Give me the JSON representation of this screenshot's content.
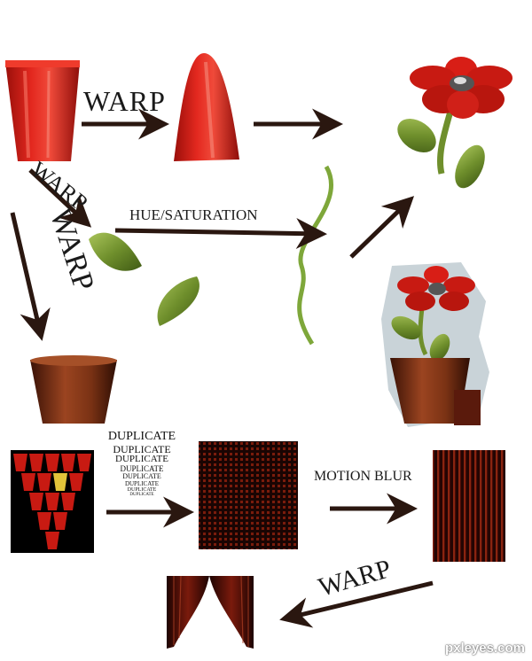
{
  "labels": {
    "warp_top": "WARP",
    "warp_diag": "WARP",
    "warp_big": "WARP",
    "hue_saturation": "HUE/SATURATION",
    "motion_blur": "MOTION BLUR",
    "warp_bottom": "WARP"
  },
  "duplicate_list": [
    "DUPLICATE",
    "DUPLICATE",
    "DUPLICATE",
    "DUPLICATE",
    "DUPLICATE",
    "DUPLICATE",
    "DUPLICATE",
    "DUPLICATE"
  ],
  "watermark": "pxleyes.com",
  "colors": {
    "cup_red": "#d8201a",
    "cup_dark": "#8e0e0a",
    "leaf_green": "#6f8f2c",
    "pot_brown": "#6e2b12",
    "arrow": "#2a1710",
    "curtain": "#3a0a06"
  }
}
